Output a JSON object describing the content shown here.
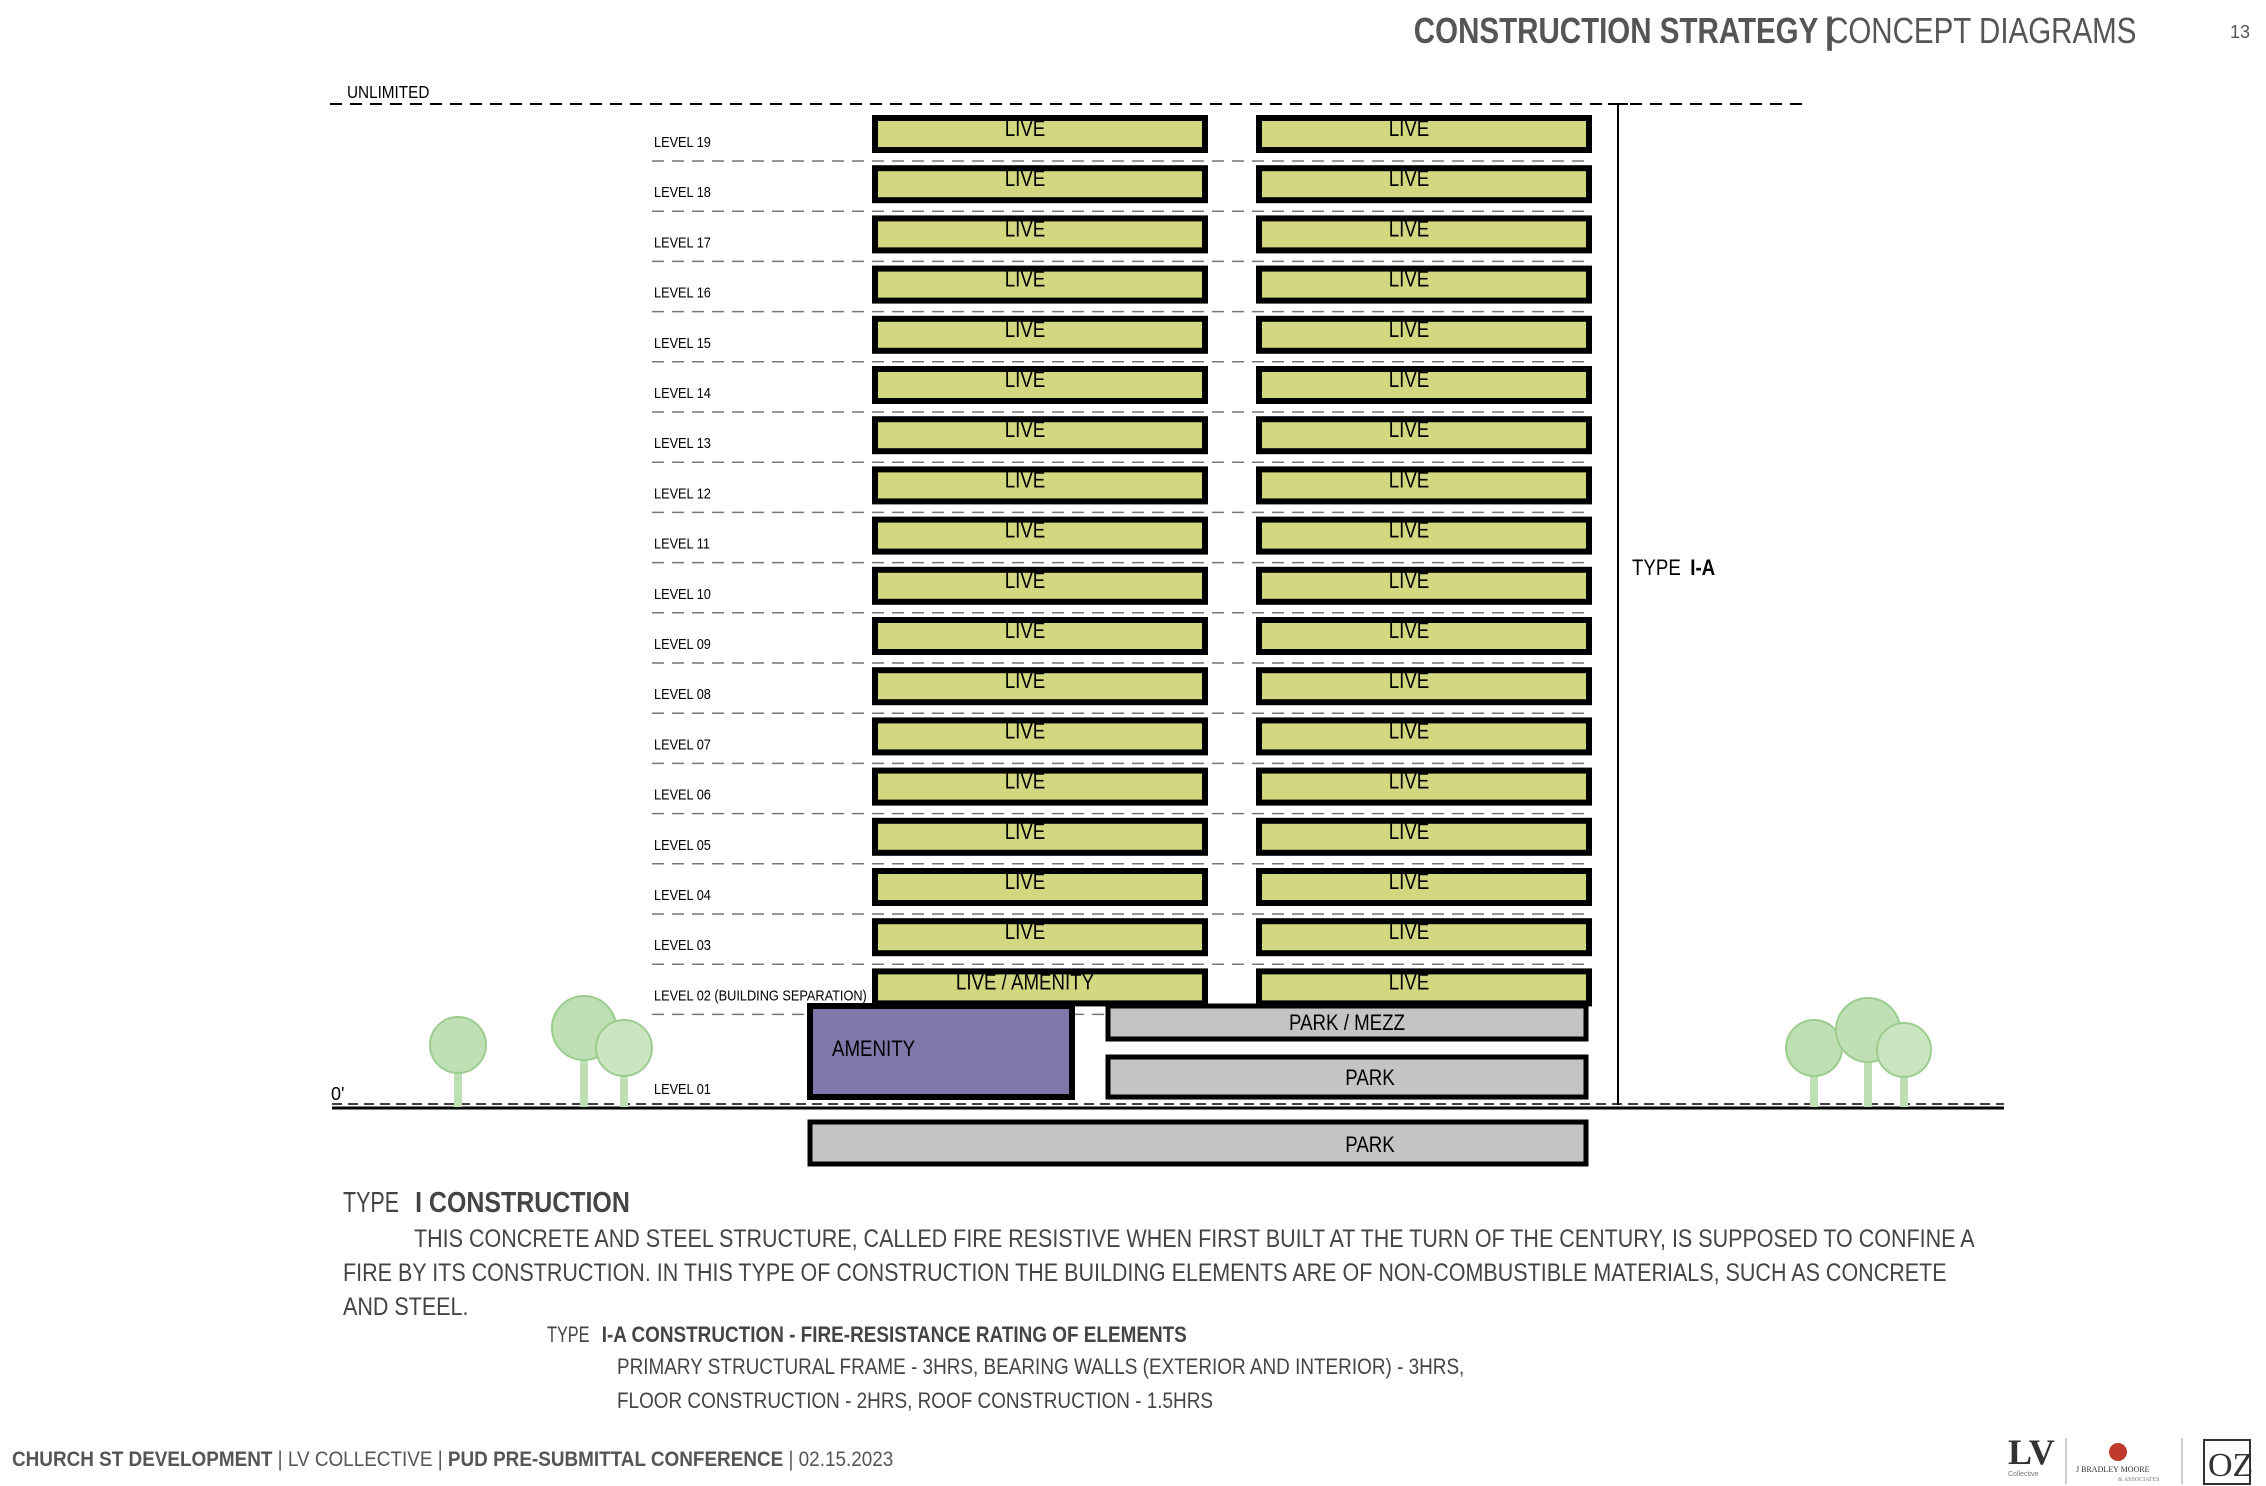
{
  "header": {
    "title_bold": "CONSTRUCTION STRATEGY",
    "separator": "|",
    "title_light": "CONCEPT DIAGRAMS",
    "page_number": "13"
  },
  "diagram": {
    "top_label": "UNLIMITED",
    "ground_label": "0'",
    "type_label_prefix": "TYPE",
    "type_label_bold": "I-A",
    "levels": [
      "LEVEL 19",
      "LEVEL 18",
      "LEVEL 17",
      "LEVEL 16",
      "LEVEL 15",
      "LEVEL 14",
      "LEVEL 13",
      "LEVEL 12",
      "LEVEL 11",
      "LEVEL 10",
      "LEVEL 09",
      "LEVEL 08",
      "LEVEL 07",
      "LEVEL 06",
      "LEVEL 05",
      "LEVEL 04",
      "LEVEL 03",
      "LEVEL 02 (BUILDING SEPARATION)",
      "LEVEL 01"
    ],
    "live_label": "LIVE",
    "live_amenity_label": "LIVE / AMENITY",
    "amenity_label": "AMENITY",
    "park_mezz_label": "PARK / MEZZ",
    "park_label": "PARK",
    "basement_park_label": "PARK",
    "colors": {
      "live": "#d3d77f",
      "amenity": "#7f79ab",
      "park": "#c4c4c4",
      "tree": "#bfe0b4"
    }
  },
  "description": {
    "heading_prefix": "TYPE",
    "heading_bold": "I CONSTRUCTION",
    "body_line1": "THIS CONCRETE AND STEEL STRUCTURE, CALLED FIRE RESISTIVE WHEN FIRST BUILT AT THE TURN OF THE CENTURY, IS SUPPOSED TO CONFINE A",
    "body_line2": "FIRE BY ITS CONSTRUCTION. IN THIS TYPE OF CONSTRUCTION THE BUILDING ELEMENTS ARE OF NON-COMBUSTIBLE MATERIALS, SUCH AS CONCRETE",
    "body_line3": "AND STEEL.",
    "sub_heading_prefix": "TYPE",
    "sub_heading_bold": "I-A CONSTRUCTION - FIRE-RESISTANCE RATING OF ELEMENTS",
    "rating_line1": "PRIMARY STRUCTURAL FRAME - 3HRS, BEARING WALLS (EXTERIOR AND INTERIOR) - 3HRS,",
    "rating_line2": "FLOOR CONSTRUCTION - 2HRS, ROOF CONSTRUCTION - 1.5HRS"
  },
  "footer": {
    "project": "CHURCH ST DEVELOPMENT",
    "sep1": "|",
    "client": "LV COLLECTIVE",
    "sep2": "|",
    "meeting": "PUD PRE-SUBMITTAL CONFERENCE",
    "sep3": "|",
    "date": "02.15.2023"
  },
  "logos": {
    "logo1_text": "LV",
    "logo1_sub": "Collective",
    "logo2_text": "J BRADLEY MOORE",
    "logo2_sub": "& ASSOCIATES",
    "logo3_text": "OZ"
  }
}
